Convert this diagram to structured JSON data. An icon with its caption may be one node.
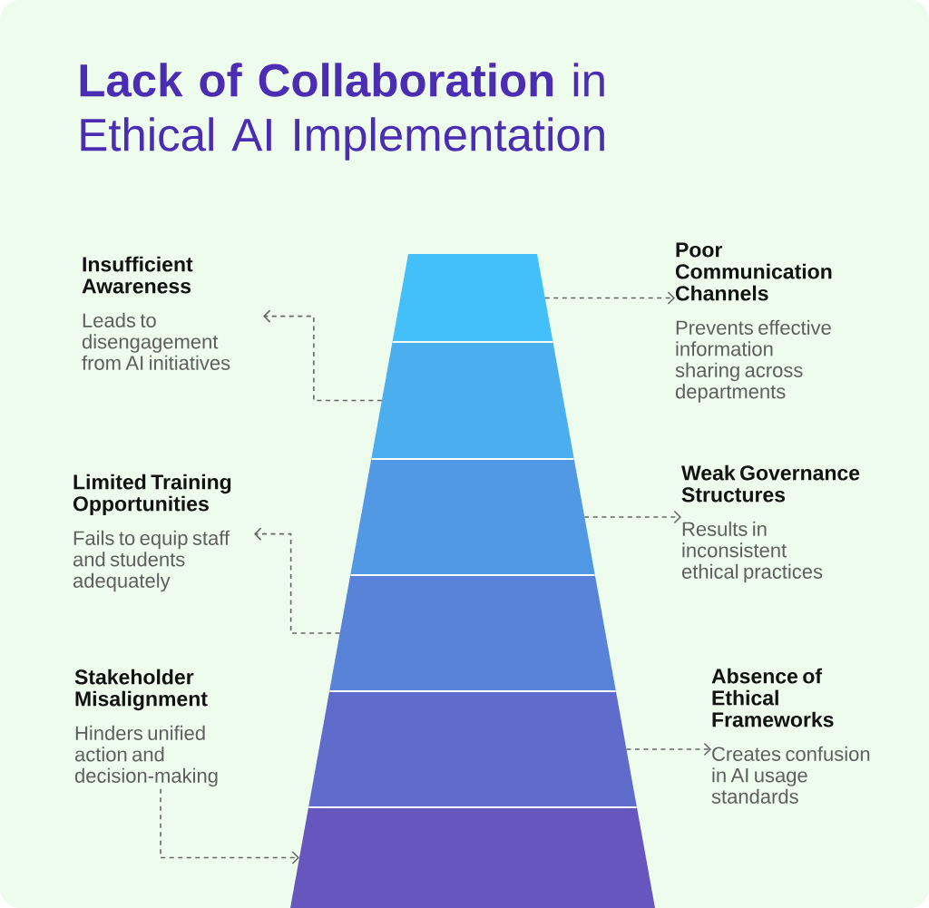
{
  "diagram": {
    "title": "**Lack of Collaboration** in Ethical AI Implementation",
    "nodes": [
      {
        "text": [],
        "shape": "trapezoid"
      },
      {
        "text": [],
        "shape": "trapezoid"
      },
      {
        "text": [],
        "shape": "trapezoid"
      },
      {
        "text": [],
        "shape": "trapezoid"
      },
      {
        "text": [],
        "shape": "trapezoid"
      },
      {
        "text": [],
        "shape": "trapezoid"
      },
      {
        "text": [
          "Insufficient Awareness",
          "Leads to disengagement from AI initiatives"
        ]
      },
      {
        "text": [
          "Poor Communication Channels",
          "Prevents effective information sharing across departments"
        ]
      },
      {
        "text": [
          "Limited Training Opportunities",
          "Fails to equip staff and students adequately"
        ]
      },
      {
        "text": [
          "Weak Governance Structures",
          "Results in inconsistent ethical practices"
        ]
      },
      {
        "text": [
          "Stakeholder Misalignment",
          "Hinders unified action and decision-making"
        ]
      },
      {
        "text": [
          "Absence of Ethical Frameworks",
          "Creates confusion in AI usage standards"
        ]
      }
    ],
    "edges": [
      {
        "from": 0,
        "to": 7,
        "arrow": "to",
        "style": "dashed"
      },
      {
        "from": 1,
        "to": 6,
        "arrow": "to",
        "style": "dashed"
      },
      {
        "from": 2,
        "to": 9,
        "arrow": "to",
        "style": "dashed"
      },
      {
        "from": 3,
        "to": 8,
        "arrow": "to",
        "style": "dashed"
      },
      {
        "from": 4,
        "to": 11,
        "arrow": "to",
        "style": "dashed"
      },
      {
        "from": 10,
        "to": 5,
        "arrow": "to",
        "style": "dashed"
      }
    ]
  }
}
